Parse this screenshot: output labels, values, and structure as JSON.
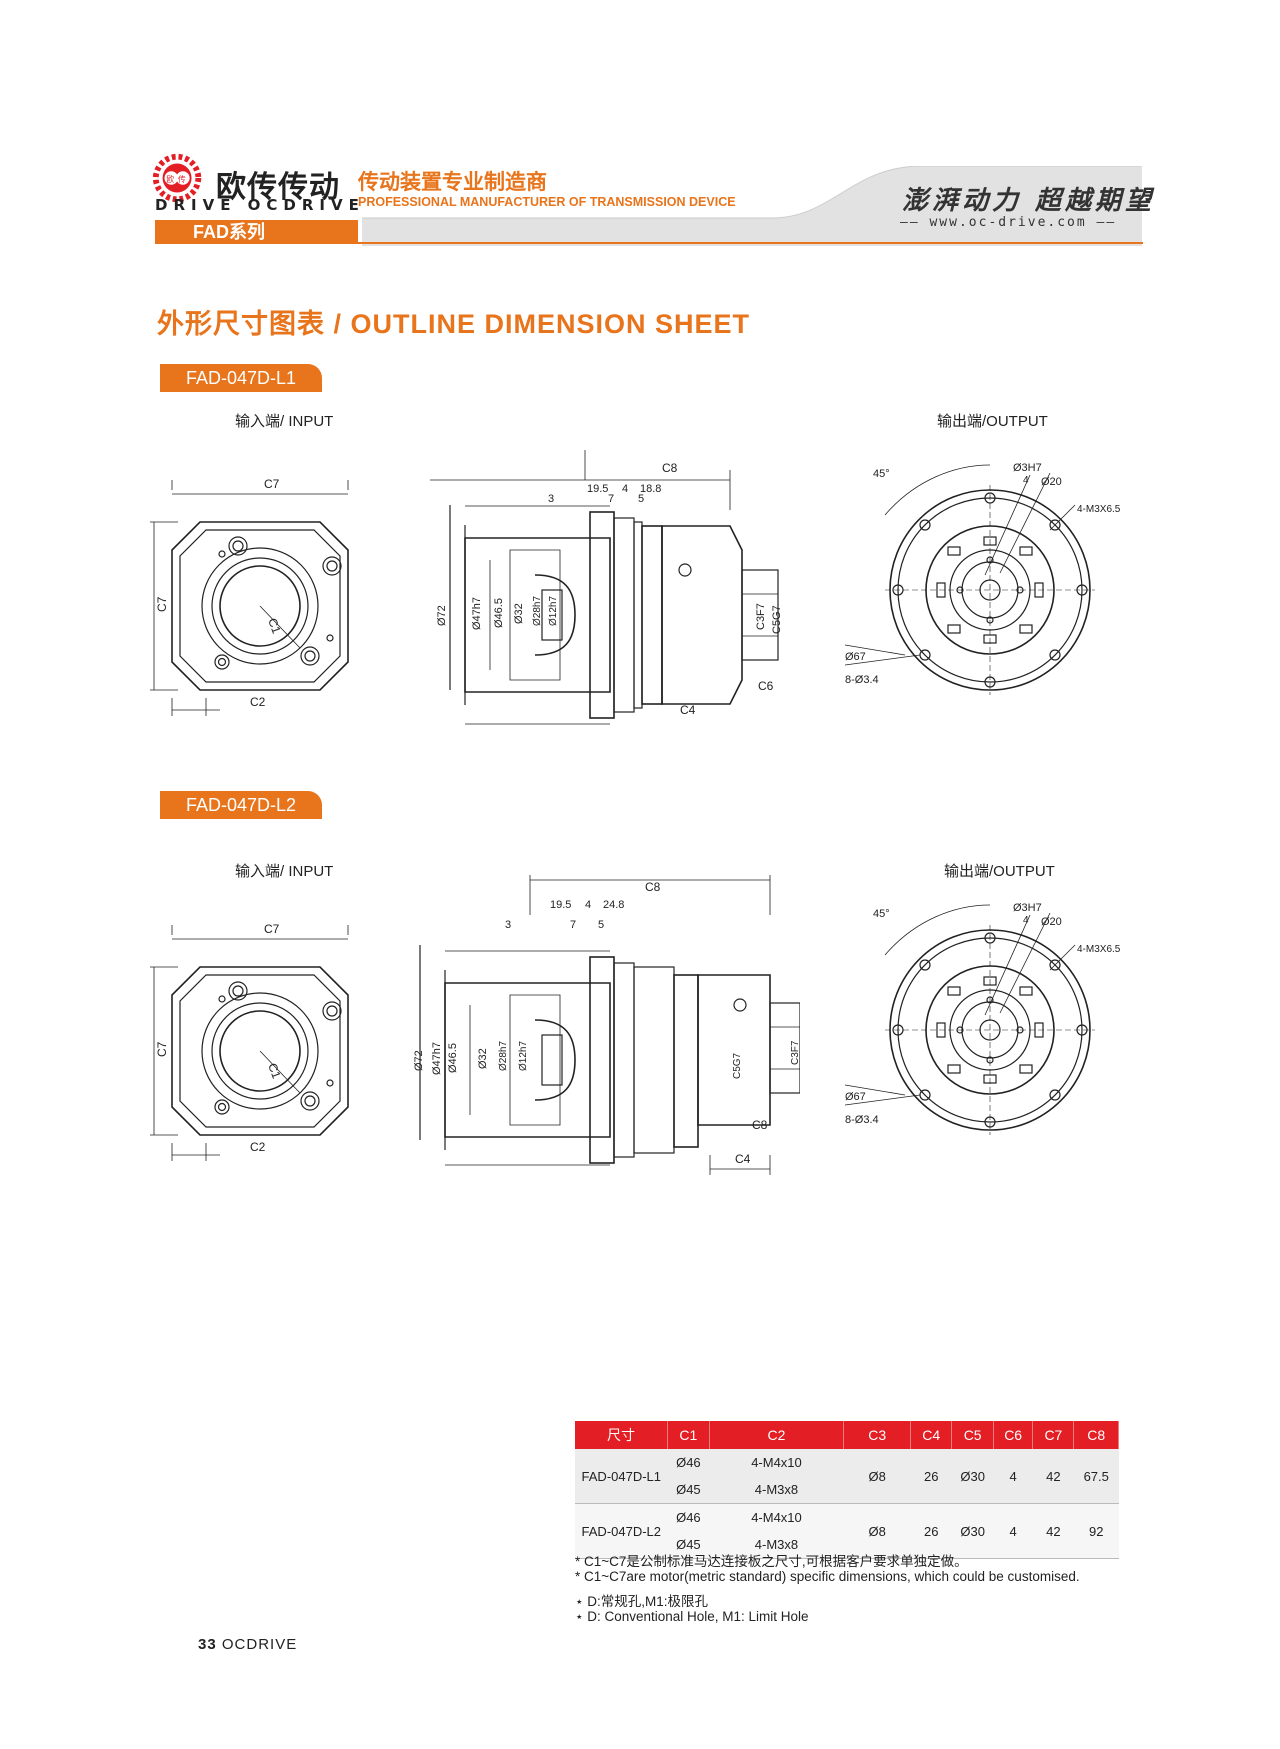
{
  "header": {
    "brand_cn": "欧传传动",
    "brand_en": "DRIVE OCDRIVE",
    "tagline_cn": "传动装置专业制造商",
    "tagline_en": "PROFESSIONAL MANUFACTURER OF TRANSMISSION DEVICE",
    "slogan": "澎湃动力 超越期望",
    "website": "www.oc-drive.com",
    "series": "FAD系列"
  },
  "page_title": "外形尺寸图表 / OUTLINE DIMENSION SHEET",
  "sections": [
    {
      "model": "FAD-047D-L1",
      "input_label": "输入端/ INPUT",
      "output_label": "输出端/OUTPUT",
      "dims": {
        "c7": "C7",
        "c1": "C1",
        "c2": "C2",
        "c8": "C8",
        "c3f7": "C3F7",
        "c5g7": "C5G7",
        "c6": "C6",
        "c4": "C4",
        "d72": "Ø72",
        "d47": "Ø47h7",
        "d465": "Ø46.5",
        "d32": "Ø32",
        "d28": "Ø28h7",
        "d12": "Ø12h7",
        "l195": "19.5",
        "l4": "4",
        "lx": "18.8",
        "l3": "3",
        "l7": "7",
        "l5": "5",
        "a45": "45°",
        "d3h7": "Ø3H7",
        "sq4": "4",
        "d20": "Ø20",
        "m3": "4-M3X6.5",
        "d67": "Ø67",
        "d34": "8-Ø3.4"
      }
    },
    {
      "model": "FAD-047D-L2",
      "input_label": "输入端/ INPUT",
      "output_label": "输出端/OUTPUT",
      "dims": {
        "c7": "C7",
        "c1": "C1",
        "c2": "C2",
        "c8": "C8",
        "c3f7": "C3F7",
        "c5g7": "C5G7",
        "c6": "C8",
        "c4": "C4",
        "d72": "Ø72",
        "d47": "Ø47h7",
        "d465": "Ø46.5",
        "d32": "Ø32",
        "d28": "Ø28h7",
        "d12": "Ø12h7",
        "l195": "19.5",
        "l4": "4",
        "lx": "24.8",
        "l3": "3",
        "l7": "7",
        "l5": "5",
        "a45": "45°",
        "d3h7": "Ø3H7",
        "sq4": "4",
        "d20": "Ø20",
        "m3": "4-M3X6.5",
        "d67": "Ø67",
        "d34": "8-Ø3.4"
      }
    }
  ],
  "table": {
    "headers": [
      "尺寸",
      "C1",
      "C2",
      "C3",
      "C4",
      "C5",
      "C6",
      "C7",
      "C8"
    ],
    "rows": [
      {
        "model": "FAD-047D-L1",
        "c1a": "Ø46",
        "c1b": "Ø45",
        "c2a": "4-M4x10",
        "c2b": "4-M3x8",
        "c3": "Ø8",
        "c4": "26",
        "c5": "Ø30",
        "c6": "4",
        "c7": "42",
        "c8": "67.5"
      },
      {
        "model": "FAD-047D-L2",
        "c1a": "Ø46",
        "c1b": "Ø45",
        "c2a": "4-M4x10",
        "c2b": "4-M3x8",
        "c3": "Ø8",
        "c4": "26",
        "c5": "Ø30",
        "c6": "4",
        "c7": "42",
        "c8": "92"
      }
    ]
  },
  "notes": [
    "* C1~C7是公制标准马达连接板之尺寸,可根据客户要求单独定做。",
    "* C1~C7are motor(metric standard)  specific dimensions, which could be customised.",
    "⋆ D:常规孔,M1:极限孔",
    "⋆ D: Conventional Hole, M1: Limit Hole"
  ],
  "footer": {
    "page": "33",
    "brand": "OCDRIVE"
  },
  "colors": {
    "accent": "#e8741c",
    "table_header": "#e31e24"
  }
}
